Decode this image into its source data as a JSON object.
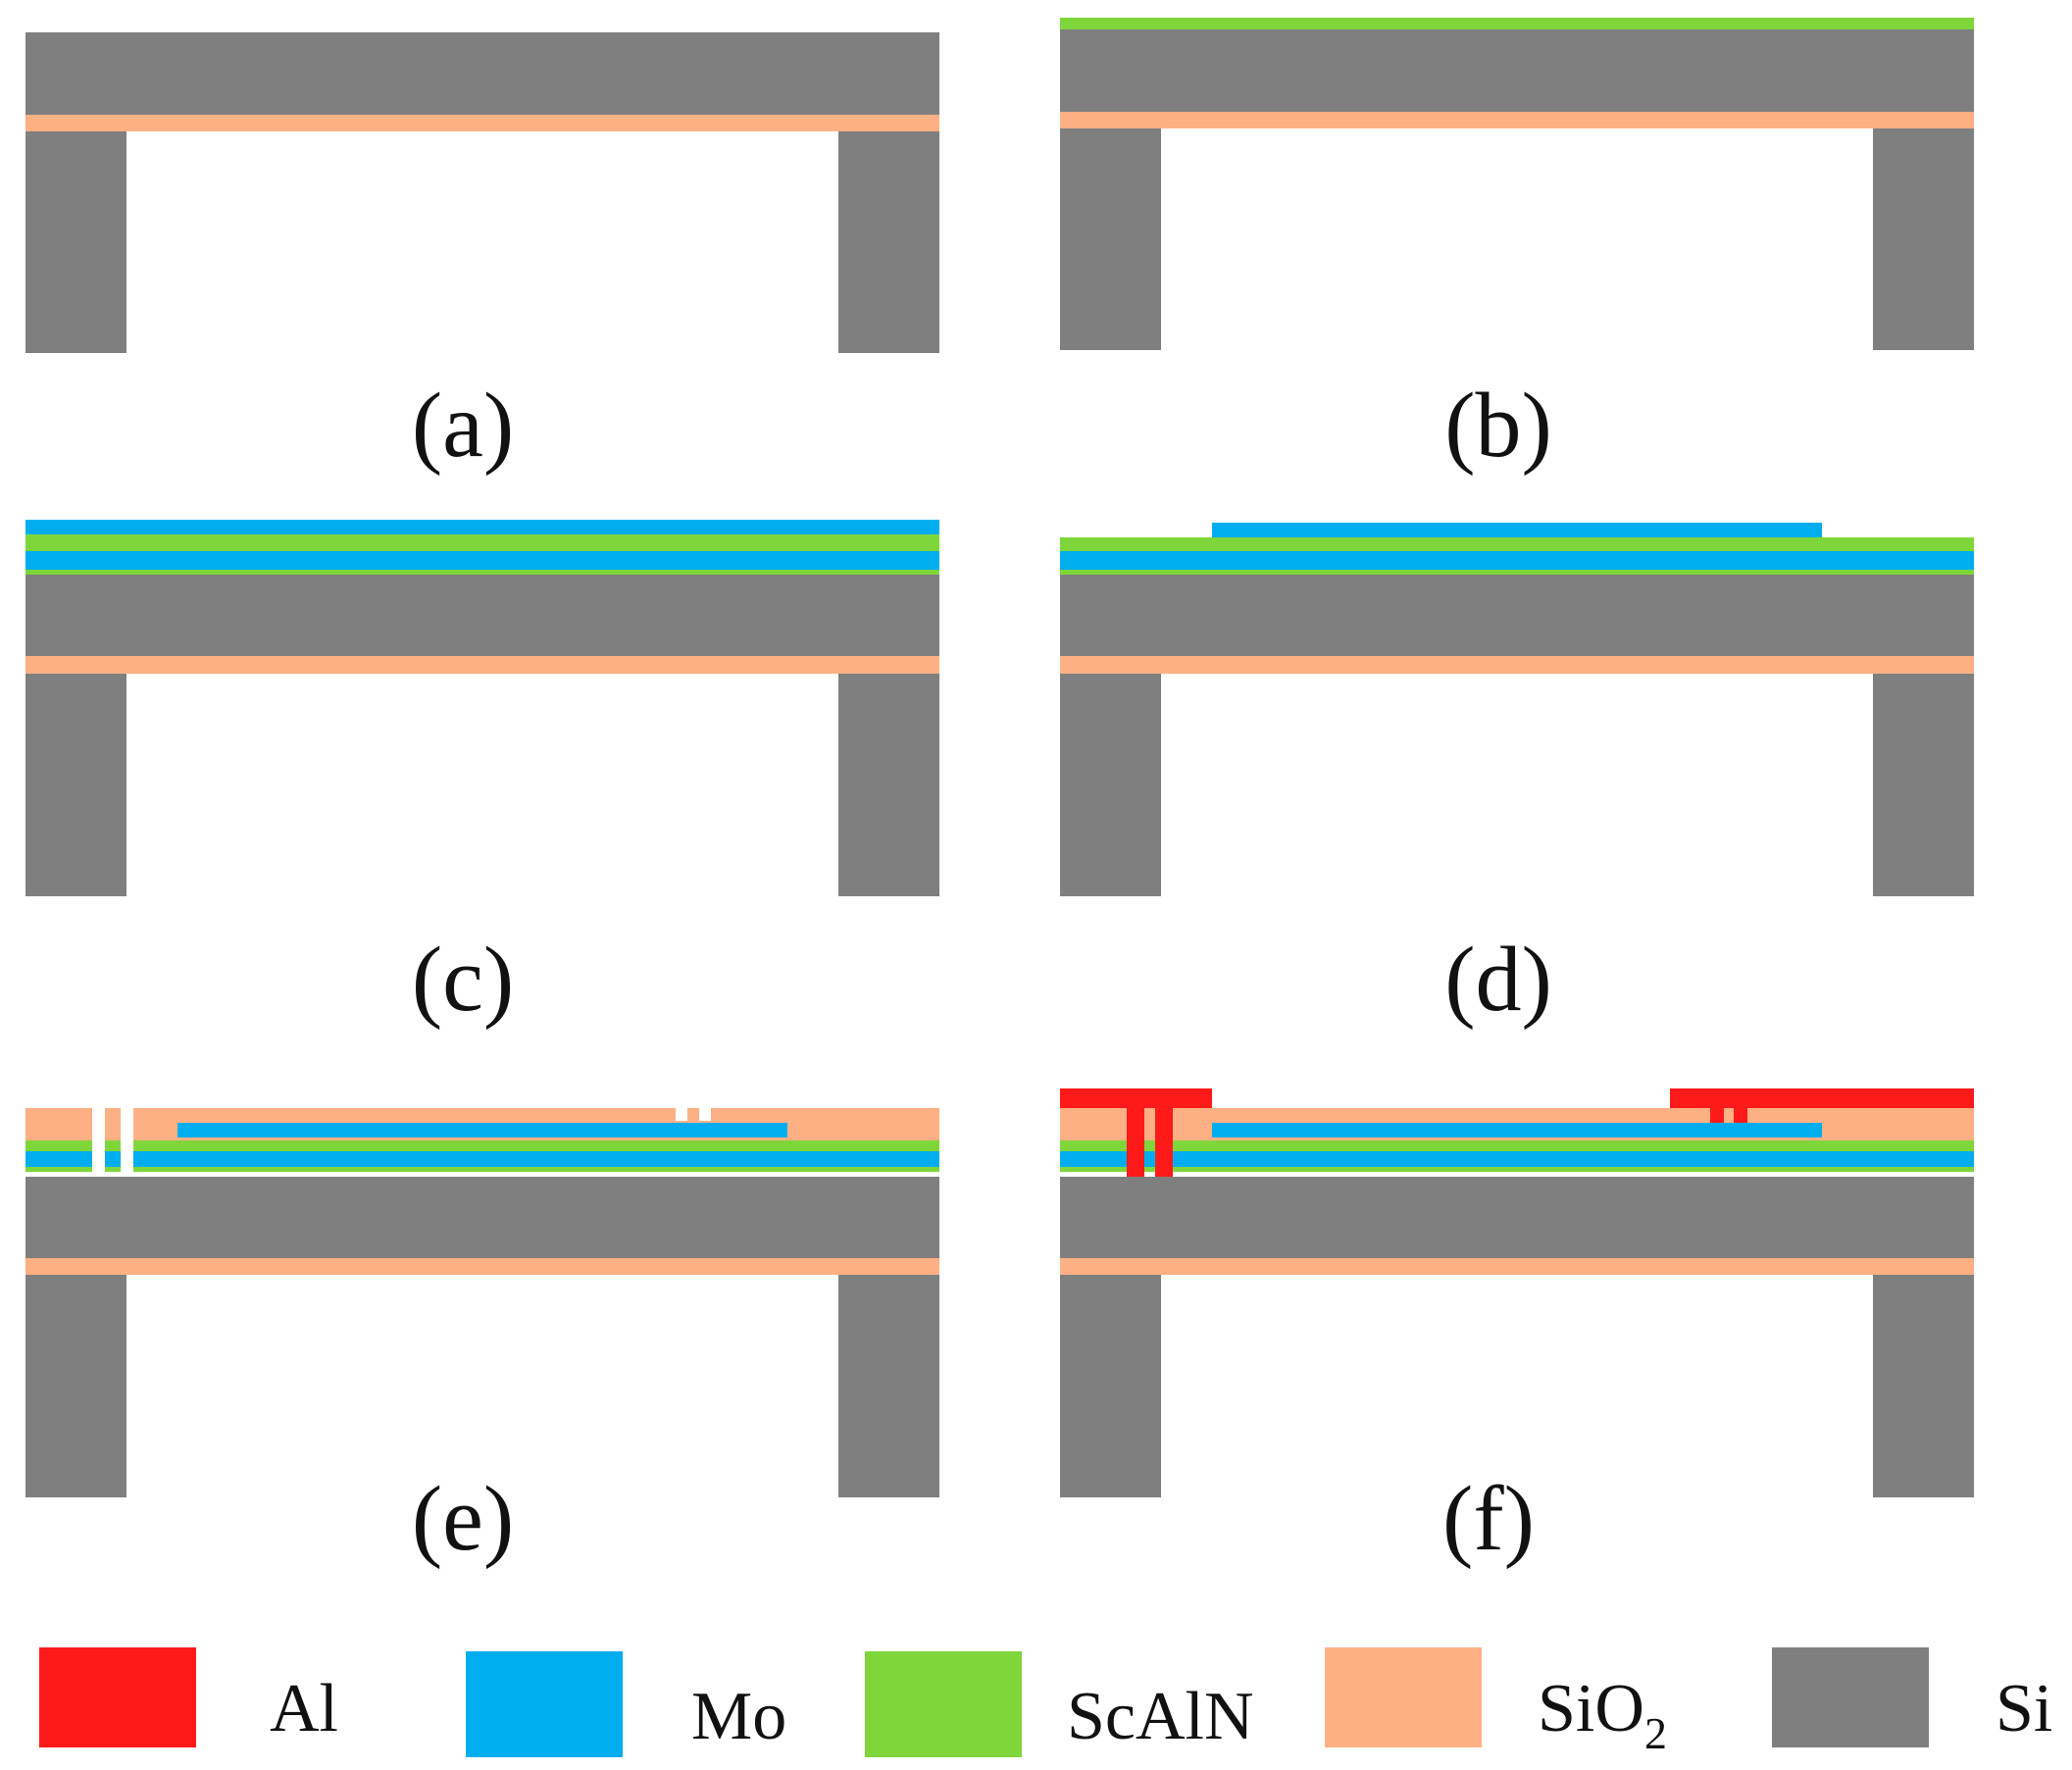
{
  "materials": {
    "Al": {
      "color": "#ff1a1a"
    },
    "Mo": {
      "color": "#00aeef"
    },
    "ScAlN": {
      "color": "#7fd63a"
    },
    "SiO2": {
      "color": "#fdb083"
    },
    "Si": {
      "color": "#7f7f7f"
    }
  },
  "panels": [
    {
      "id": "a",
      "caption": "(a)"
    },
    {
      "id": "b",
      "caption": "(b)"
    },
    {
      "id": "c",
      "caption": "(c)"
    },
    {
      "id": "d",
      "caption": "(d)"
    },
    {
      "id": "e",
      "caption": "(e)"
    },
    {
      "id": "f",
      "caption": "(f)"
    }
  ],
  "legend": {
    "items": [
      {
        "material": "Al",
        "label": "Al"
      },
      {
        "material": "Mo",
        "label": "Mo"
      },
      {
        "material": "ScAlN",
        "label": "ScAlN"
      },
      {
        "material": "SiO2",
        "label": "SiO",
        "subscript": "2"
      },
      {
        "material": "Si",
        "label": "Si"
      }
    ]
  }
}
